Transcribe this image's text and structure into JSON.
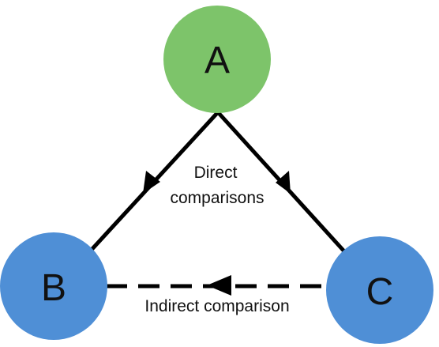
{
  "colors": {
    "node_a_fill": "#7dc46a",
    "node_bc_fill": "#4f8fd6",
    "edge": "#000000",
    "text": "#111111"
  },
  "nodes": {
    "a": {
      "label": "A"
    },
    "b": {
      "label": "B"
    },
    "c": {
      "label": "C"
    }
  },
  "edges": {
    "direct_label_line1": "Direct",
    "direct_label_line2": "comparisons",
    "indirect_label": "Indirect comparison"
  }
}
